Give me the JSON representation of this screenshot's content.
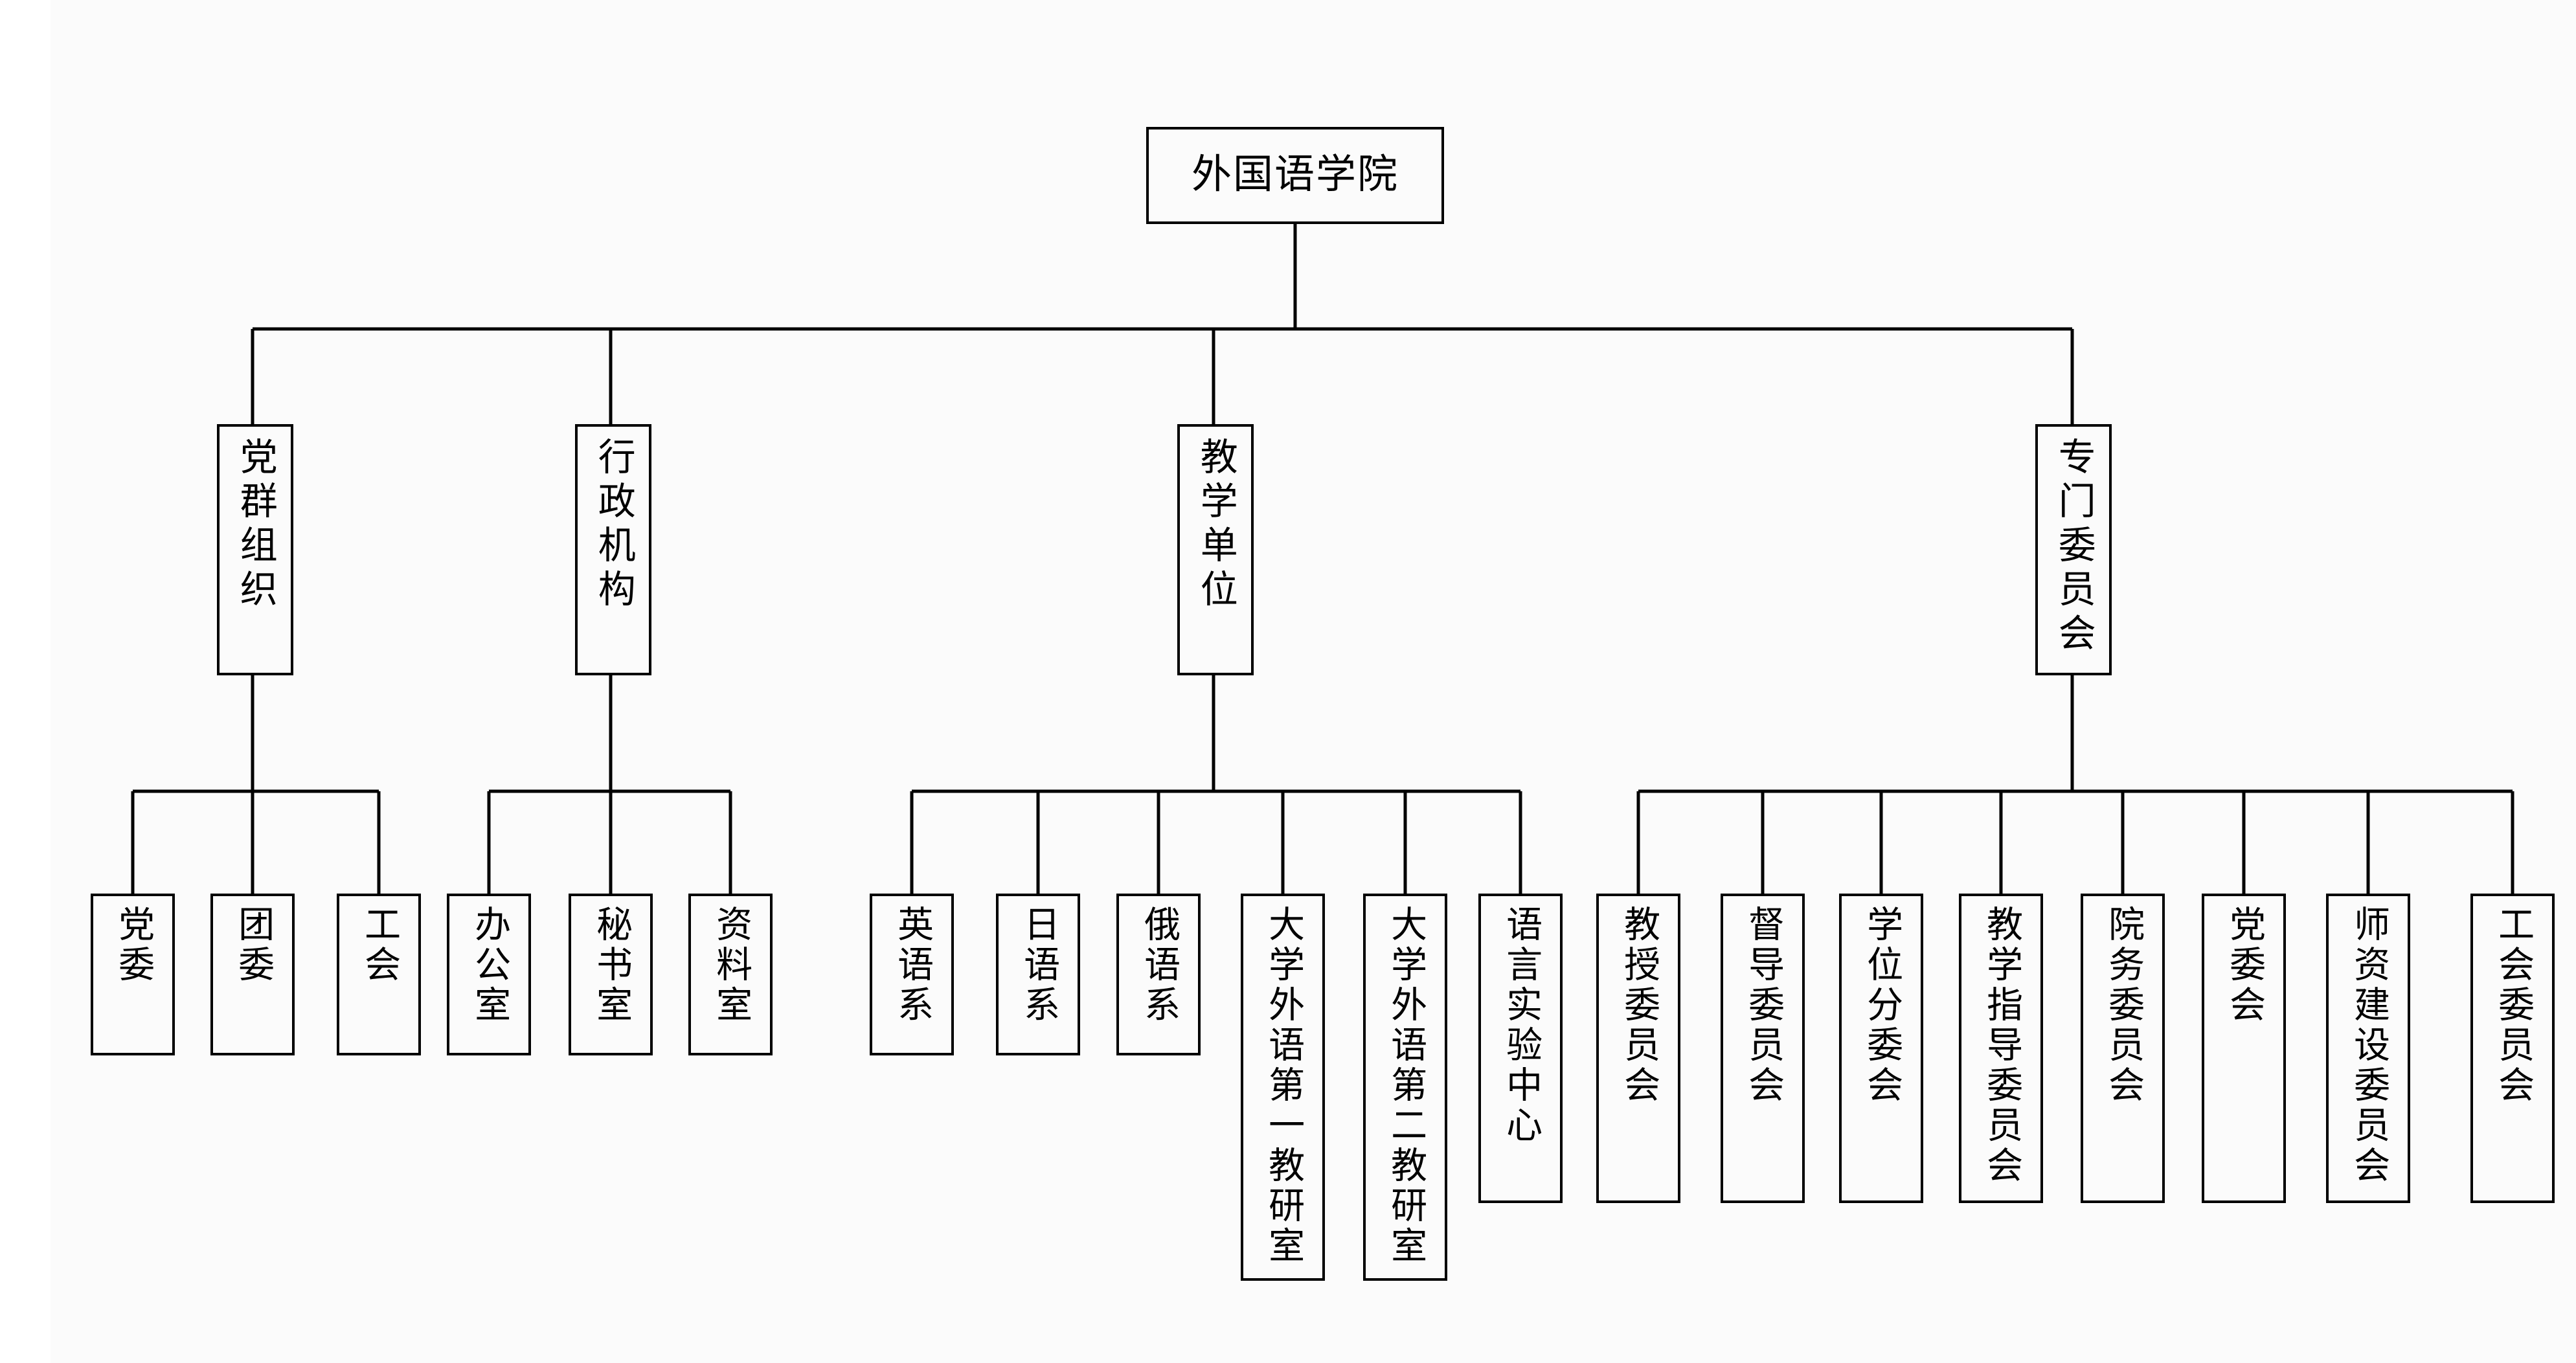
{
  "diagram": {
    "type": "organization-chart",
    "title": "外国语学院",
    "orientation": "top-down",
    "text_direction": "vertical",
    "background_color": "#fbfbfb",
    "line_color": "#000000",
    "box_fill": "#fbfbfb"
  },
  "root": {
    "label": "外国语学院"
  },
  "branches": [
    {
      "id": "party-mass-organizations",
      "label": "党群组织",
      "children": [
        {
          "label": "党委"
        },
        {
          "label": "团委"
        },
        {
          "label": "工会"
        }
      ]
    },
    {
      "id": "administrative-offices",
      "label": "行政机构",
      "children": [
        {
          "label": "办公室"
        },
        {
          "label": "秘书室"
        },
        {
          "label": "资料室"
        }
      ]
    },
    {
      "id": "teaching-units",
      "label": "教学单位",
      "children": [
        {
          "label": "英语系"
        },
        {
          "label": "日语系"
        },
        {
          "label": "俄语系"
        },
        {
          "label": "大学外语第一教研室"
        },
        {
          "label": "大学外语第二教研室"
        },
        {
          "label": "语言实验中心"
        }
      ]
    },
    {
      "id": "special-committees",
      "label": "专门委员会",
      "children": [
        {
          "label": "教授委员会"
        },
        {
          "label": "督导委员会"
        },
        {
          "label": "学位分委会"
        },
        {
          "label": "教学指导委员会"
        },
        {
          "label": "院务委员会"
        },
        {
          "label": "党委会"
        },
        {
          "label": "师资建设委员会"
        },
        {
          "label": "工会委员会"
        }
      ]
    }
  ]
}
